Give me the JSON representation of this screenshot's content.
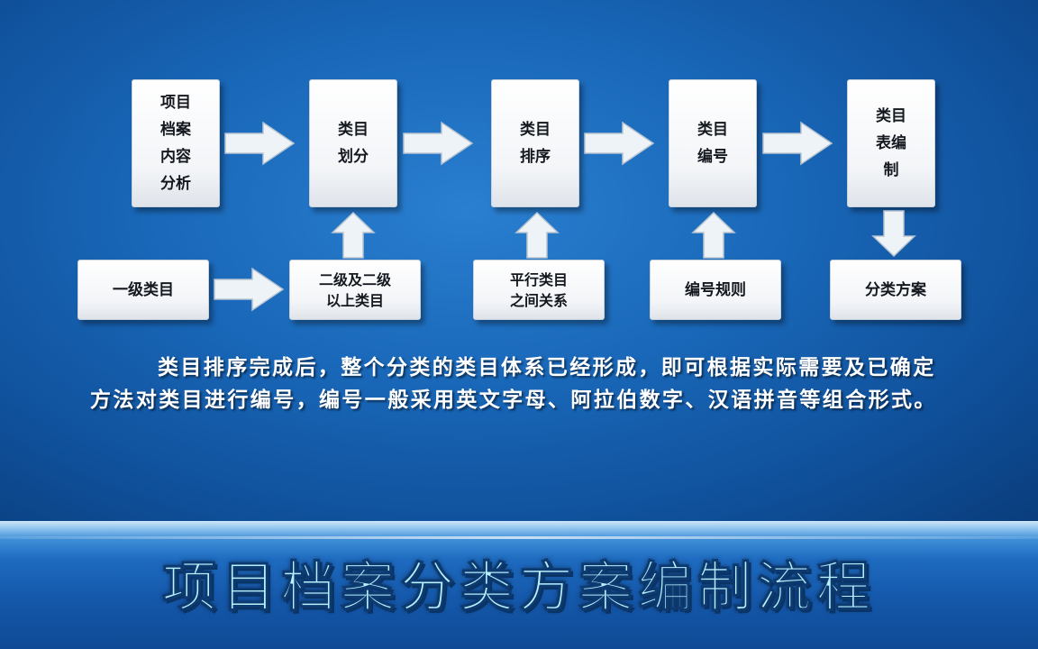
{
  "flow_top": [
    {
      "id": "b1",
      "label": "项目\n档案\n内容\n分析"
    },
    {
      "id": "b2",
      "label": "类目\n划分"
    },
    {
      "id": "b3",
      "label": "类目\n排序"
    },
    {
      "id": "b4",
      "label": "类目\n编号"
    },
    {
      "id": "b5",
      "label": "类目\n表编\n制"
    }
  ],
  "flow_bottom": [
    {
      "id": "c1",
      "label": "一级类目"
    },
    {
      "id": "c2",
      "label": "二级及二级\n以上类目"
    },
    {
      "id": "c3",
      "label": "平行类目\n之间关系"
    },
    {
      "id": "c4",
      "label": "编号规则"
    },
    {
      "id": "c5",
      "label": "分类方案"
    }
  ],
  "paragraph": "类目排序完成后，整个分类的类目体系已经形成，即可根据实际需要及已确定方法对类目进行编号，编号一般采用英文字母、阿拉伯数字、汉语拼音等组合形式。",
  "title": "项目档案分类方案编制流程",
  "colors": {
    "background": "#1967b8",
    "box": "#ffffff",
    "title_text": "#b8f1ff"
  }
}
